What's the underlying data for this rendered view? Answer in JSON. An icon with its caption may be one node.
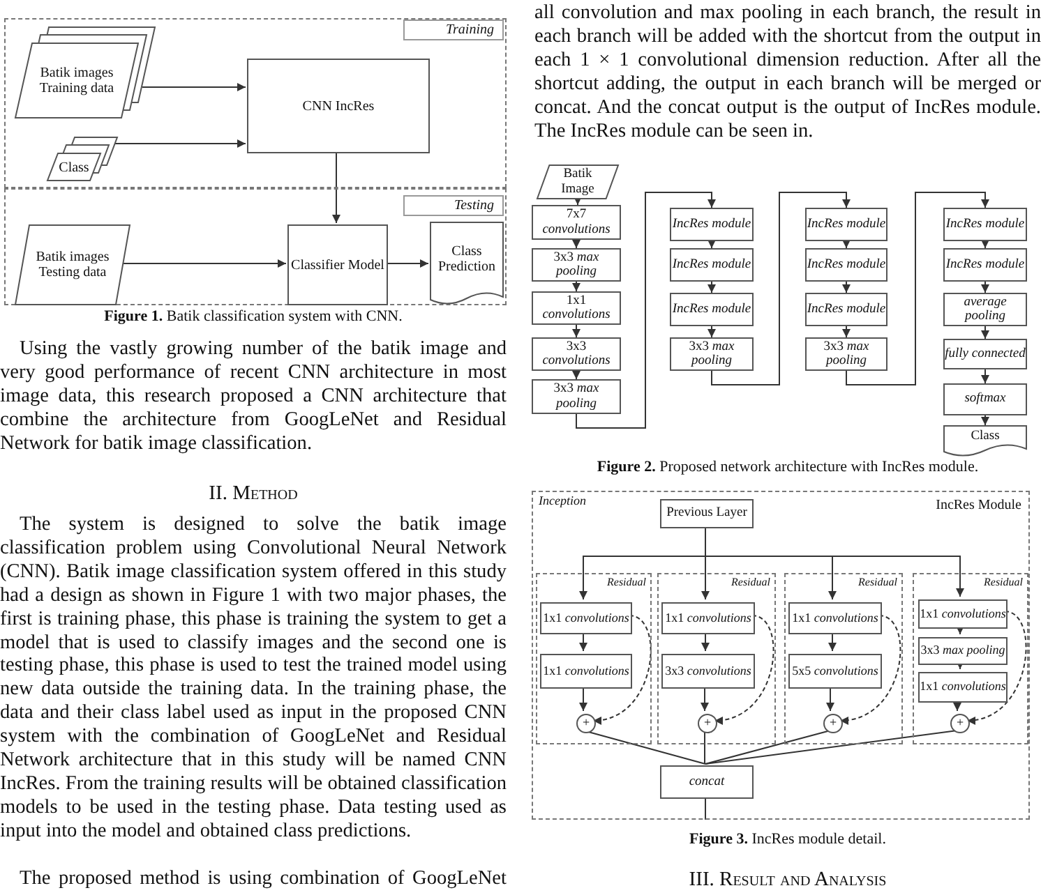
{
  "diagram": {
    "nodes": [
      {
        "text": [
          "Training"
        ]
      },
      {
        "text": [
          "Testing"
        ]
      },
      {
        "text": [
          "Batik images Training data"
        ],
        "in": 0
      },
      {
        "text": [
          "Class"
        ],
        "in": 0
      },
      {
        "text": [
          "CNN IncRes"
        ],
        "in": 0
      },
      {
        "text": [
          "Batik images Testing data"
        ],
        "in": 1
      },
      {
        "text": [
          "Classifier Model"
        ],
        "in": 1
      },
      {
        "text": [
          "Class Prediction"
        ],
        "in": 1
      },
      {
        "text": [
          "Batik Image"
        ]
      },
      {
        "text": [
          "7x7 *convolutions*"
        ]
      },
      {
        "text": [
          "3x3 *max pooling*"
        ]
      },
      {
        "text": [
          "1x1 *convolutions*"
        ]
      },
      {
        "text": [
          "3x3 *convolutions*"
        ]
      },
      {
        "text": [
          "3x3 *max pooling*"
        ]
      },
      {
        "text": [
          "IncRes module"
        ]
      },
      {
        "text": [
          "IncRes module"
        ]
      },
      {
        "text": [
          "IncRes module"
        ]
      },
      {
        "text": [
          "3x3 *max pooling*"
        ]
      },
      {
        "text": [
          "IncRes module"
        ]
      },
      {
        "text": [
          "IncRes module"
        ]
      },
      {
        "text": [
          "IncRes module"
        ]
      },
      {
        "text": [
          "3x3 *max pooling*"
        ]
      },
      {
        "text": [
          "IncRes module"
        ]
      },
      {
        "text": [
          "IncRes module"
        ]
      },
      {
        "text": [
          "average pooling"
        ]
      },
      {
        "text": [
          "fully connected"
        ]
      },
      {
        "text": [
          "softmax"
        ]
      },
      {
        "text": [
          "Class"
        ]
      },
      {
        "text": [
          "Inception",
          "IncRes Module"
        ]
      },
      {
        "text": [
          "Previous Layer"
        ],
        "in": 28
      },
      {
        "text": [
          "Residual"
        ],
        "in": 28
      },
      {
        "text": [
          "Residual"
        ],
        "in": 28
      },
      {
        "text": [
          "Residual"
        ],
        "in": 28
      },
      {
        "text": [
          "Residual"
        ],
        "in": 28
      },
      {
        "text": [
          "1x1 *convolutions*"
        ],
        "in": 30
      },
      {
        "text": [
          "1x1 *convolutions*"
        ],
        "in": 30
      },
      {
        "text": [
          "+"
        ],
        "in": 30
      },
      {
        "text": [
          "1x1 *convolutions*"
        ],
        "in": 31
      },
      {
        "text": [
          "3x3 *convolutions*"
        ],
        "in": 31
      },
      {
        "text": [
          "+"
        ],
        "in": 31
      },
      {
        "text": [
          "1x1 *convolutions*"
        ],
        "in": 32
      },
      {
        "text": [
          "5x5 *convolutions*"
        ],
        "in": 32
      },
      {
        "text": [
          "+"
        ],
        "in": 32
      },
      {
        "text": [
          "1x1 *convolutions*"
        ],
        "in": 33
      },
      {
        "text": [
          "3x3 *max pooling*"
        ],
        "in": 33
      },
      {
        "text": [
          "1x1 *convolutions*"
        ],
        "in": 33
      },
      {
        "text": [
          "+"
        ],
        "in": 33
      },
      {
        "text": [
          "concat"
        ],
        "in": 28
      }
    ],
    "edges": [
      {
        "from": 2,
        "to": 4,
        "arrow": "to"
      },
      {
        "from": 3,
        "to": 4,
        "arrow": "to"
      },
      {
        "from": 4,
        "to": 6,
        "arrow": "to"
      },
      {
        "from": 5,
        "to": 6,
        "arrow": "to"
      },
      {
        "from": 6,
        "to": 7,
        "arrow": "to"
      },
      {
        "from": 8,
        "to": 9,
        "arrow": "to"
      },
      {
        "from": 9,
        "to": 10,
        "arrow": "to"
      },
      {
        "from": 10,
        "to": 11,
        "arrow": "to"
      },
      {
        "from": 11,
        "to": 12,
        "arrow": "to"
      },
      {
        "from": 12,
        "to": 13,
        "arrow": "to"
      },
      {
        "from": 13,
        "to": 14,
        "arrow": "to"
      },
      {
        "from": 14,
        "to": 15,
        "arrow": "to"
      },
      {
        "from": 15,
        "to": 16,
        "arrow": "to"
      },
      {
        "from": 16,
        "to": 17,
        "arrow": "to"
      },
      {
        "from": 17,
        "to": 18,
        "arrow": "to"
      },
      {
        "from": 18,
        "to": 19,
        "arrow": "to"
      },
      {
        "from": 19,
        "to": 20,
        "arrow": "to"
      },
      {
        "from": 20,
        "to": 21,
        "arrow": "to"
      },
      {
        "from": 21,
        "to": 22,
        "arrow": "to"
      },
      {
        "from": 22,
        "to": 23,
        "arrow": "to"
      },
      {
        "from": 23,
        "to": 24,
        "arrow": "to"
      },
      {
        "from": 24,
        "to": 25,
        "arrow": "to"
      },
      {
        "from": 25,
        "to": 26,
        "arrow": "to"
      },
      {
        "from": 26,
        "to": 27,
        "arrow": "to"
      },
      {
        "from": 29,
        "to": 34,
        "arrow": "to"
      },
      {
        "from": 29,
        "to": 37,
        "arrow": "to"
      },
      {
        "from": 29,
        "to": 40,
        "arrow": "to"
      },
      {
        "from": 29,
        "to": 43,
        "arrow": "to"
      },
      {
        "from": 34,
        "to": 35,
        "arrow": "to"
      },
      {
        "from": 35,
        "to": 36,
        "arrow": "to"
      },
      {
        "from": 34,
        "to": 36,
        "arrow": "to",
        "style": "dashed"
      },
      {
        "from": 37,
        "to": 38,
        "arrow": "to"
      },
      {
        "from": 38,
        "to": 39,
        "arrow": "to"
      },
      {
        "from": 37,
        "to": 39,
        "arrow": "to",
        "style": "dashed"
      },
      {
        "from": 40,
        "to": 41,
        "arrow": "to"
      },
      {
        "from": 41,
        "to": 42,
        "arrow": "to"
      },
      {
        "from": 40,
        "to": 42,
        "arrow": "to",
        "style": "dashed"
      },
      {
        "from": 43,
        "to": 44,
        "arrow": "to"
      },
      {
        "from": 44,
        "to": 45,
        "arrow": "to"
      },
      {
        "from": 45,
        "to": 46,
        "arrow": "to"
      },
      {
        "from": 43,
        "to": 46,
        "arrow": "to",
        "style": "dashed"
      },
      {
        "from": 36,
        "to": 47,
        "arrow": "none"
      },
      {
        "from": 39,
        "to": 47,
        "arrow": "none"
      },
      {
        "from": 42,
        "to": 47,
        "arrow": "none"
      },
      {
        "from": 46,
        "to": 47,
        "arrow": "none"
      },
      {
        "from": 47,
        "to": null,
        "arrow": "none"
      }
    ],
    "labels": [
      "all convolution and max pooling in each branch, the result in each branch will be added with the shortcut from the output in each 1 × 1 convolutional dimension reduction. After all the shortcut adding, the output in each branch will be merged or concat. And the concat output is the output of IncRes module. The IncRes module can be seen in.",
      "**Figure 1.** Batik classification system with CNN.",
      "Using the vastly growing number of the batik image and very good performance of recent CNN architecture in most image data, this research proposed a CNN architecture that combine the architecture from GoogLeNet and Residual Network for batik image classification.",
      "II. Method",
      "The system is designed to solve the batik image classification problem using Convolutional Neural Network (CNN). Batik image classification system offered in this study had a design as shown in Figure 1 with two major phases, the first is training phase, this phase is training the system to get a model that is used to classify images and the second one is testing phase, this phase is used to test the trained model using new data outside the training data. In the training phase, the data and their class label used as input in the proposed CNN system with the combination of GoogLeNet and Residual Network architecture that in this study will be named CNN IncRes. From the training results will be obtained classification models to be used in the testing phase. Data testing used as input into the model and obtained class predictions.",
      "The proposed method is using combination of GoogLeNet",
      "**Figure 2.** Proposed network architecture with IncRes module.",
      "**Figure 3.** IncRes module detail.",
      "III. Result and Analysis"
    ]
  }
}
